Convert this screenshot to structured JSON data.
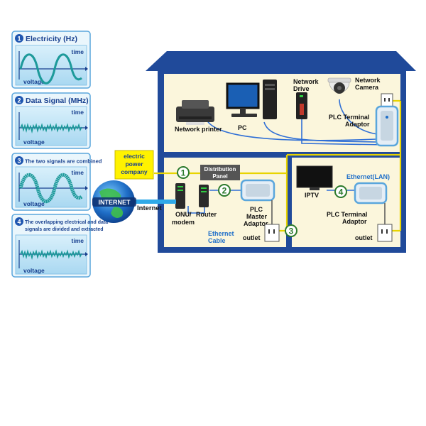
{
  "panels": [
    {
      "num": "1",
      "title": "Electricity (Hz)",
      "time": "time",
      "voltage": "voltage"
    },
    {
      "num": "2",
      "title": "Data Signal (MHz)",
      "time": "time",
      "voltage": "voltage"
    },
    {
      "num": "3",
      "title": "The two signals are combined",
      "time": "time",
      "voltage": "voltage"
    },
    {
      "num": "4",
      "title_line1": "The overlapping electrical and data",
      "title_line2": "signals are divided and extracted",
      "time": "time",
      "voltage": "voltage"
    }
  ],
  "house": {
    "network_printer": "Network printer",
    "pc": "PC",
    "network_drive_1": "Network",
    "network_drive_2": "Drive",
    "network_camera_1": "Network",
    "network_camera_2": "Camera",
    "plc_terminal_top_1": "PLC Terminal",
    "plc_terminal_top_2": "Adaptor",
    "distribution_1": "Distribution",
    "distribution_2": "Panel",
    "onu_1": "ONU/",
    "onu_2": "modem",
    "router": "Router",
    "plc_master_1": "PLC",
    "plc_master_2": "Master",
    "plc_master_3": "Adaptor",
    "ethernet_cable_1": "Ethernet",
    "ethernet_cable_2": "Cable",
    "outlet_left": "outlet",
    "iptv": "IPTV",
    "ethernet_lan": "Ethernet(LAN)",
    "plc_terminal_right_1": "PLC Terminal",
    "plc_terminal_right_2": "Adaptor",
    "outlet_right": "outlet",
    "step1": "1",
    "step2": "2",
    "step3": "3",
    "step4": "4"
  },
  "external": {
    "company_1": "electric",
    "company_2": "power",
    "company_3": "company",
    "internet_globe": "INTERNET",
    "internet_label": "Internet"
  },
  "colors": {
    "panel_bg": "#bfe3f5",
    "panel_border": "#5aa6dc",
    "title_blue": "#18408f",
    "house_blue": "#204a9a",
    "room_bg": "#fbf6dc",
    "power_line": "#e8d400",
    "lan_line": "#2f6fd6",
    "wave_teal": "#1d9a9a"
  }
}
